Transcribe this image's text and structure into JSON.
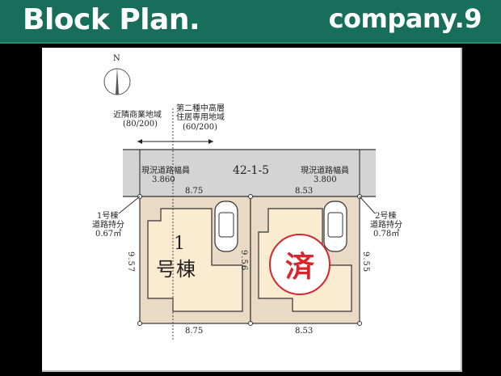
{
  "header": {
    "title": "Block Plan.",
    "company": "company.9",
    "bg_color": "#176e5b"
  },
  "compass": {
    "label": "N",
    "icon": "north-arrow-icon"
  },
  "zoning": {
    "left": {
      "name": "近隣商業地域",
      "ratio": "(80/200)"
    },
    "right": {
      "name_line1": "第二種中高層",
      "name_line2": "住居専用地域",
      "ratio": "(60/200)"
    }
  },
  "road": {
    "code": "42-1-5",
    "width_left": {
      "label": "現況道路幅員",
      "value": "3.860"
    },
    "width_right": {
      "label": "現況道路幅員",
      "value": "3.800"
    },
    "color": "#d4d4d4"
  },
  "lots": [
    {
      "number": "1",
      "name": "号棟",
      "frontage_top": "8.75",
      "frontage_bottom": "8.75",
      "depth_left": "9.57",
      "depth_right": "9.56",
      "road_share": {
        "line1": "1号棟",
        "line2": "道路持分",
        "area": "0.67㎡"
      },
      "status": ""
    },
    {
      "number": "",
      "name": "",
      "frontage_top": "8.53",
      "frontage_bottom": "8.53",
      "depth_right": "9.55",
      "road_share": {
        "line1": "2号棟",
        "line2": "道路持分",
        "area": "0.78㎡"
      },
      "status": "済"
    }
  ],
  "colors": {
    "lot_outer": "#e9d9c5",
    "building": "#fbecd1",
    "sold_stamp": "#d8242c"
  }
}
